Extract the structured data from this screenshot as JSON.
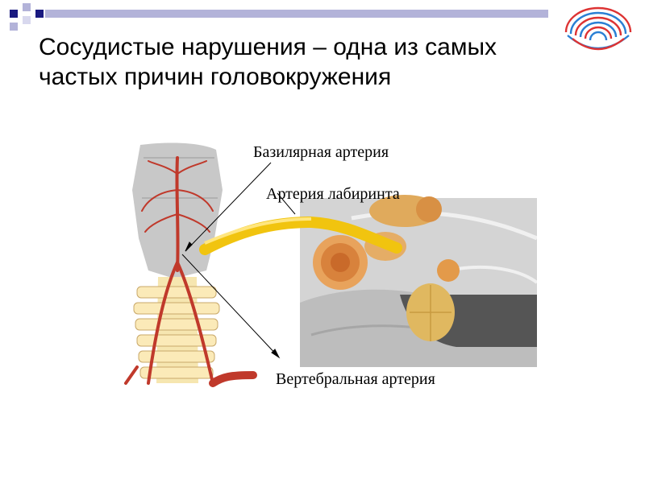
{
  "slide": {
    "title": "Сосудистые нарушения – одна из самых частых причин головокружения"
  },
  "labels": {
    "basilar": "Базилярная артерия",
    "labyrinth": "Артерия лабиринта",
    "vertebral": "Вертебральная  артерия"
  },
  "colors": {
    "accent_dark": "#1a1a80",
    "accent_light": "#b3b3d9",
    "artery": "#c0392b",
    "nerve": "#f1c40f"
  },
  "icons": {
    "logo": "spiral-logo-icon"
  }
}
